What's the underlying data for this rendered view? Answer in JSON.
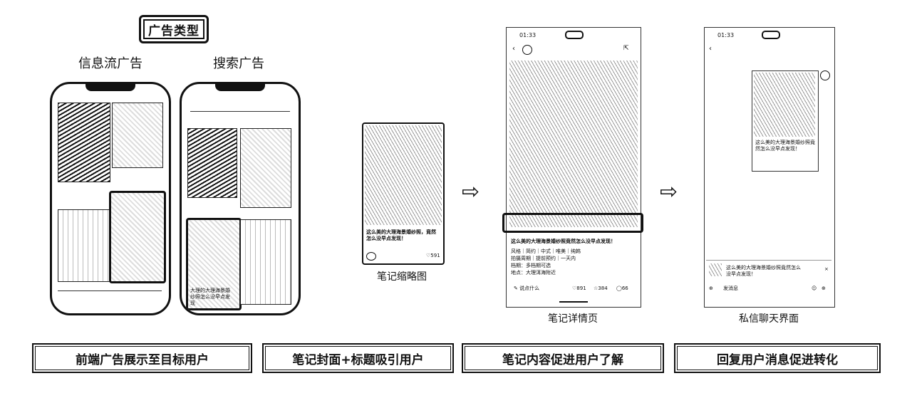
{
  "header": {
    "badge": "广告类型"
  },
  "sections": {
    "feed_ad": "信息流广告",
    "search_ad": "搜索广告",
    "thumbnail": "笔记缩略图",
    "detail": "笔记详情页",
    "chat": "私信聊天界面"
  },
  "thumbnail_card": {
    "caption": "这么美的大理海景婚纱照，竟然怎么没早点发现！",
    "likes": "591"
  },
  "detail_page": {
    "time": "01:33",
    "title": "这么美的大理海景婚纱照竟然怎么没早点发现！",
    "lines": [
      "风格｜简约｜中式｜唯美｜纯韩",
      "拍摄周期｜提前预约｜一天内",
      "档期：多档期可选",
      "地点：大理洱海附近"
    ],
    "comment_placeholder": "说点什么",
    "stats": {
      "likes": "891",
      "stars": "384",
      "comments": "66"
    }
  },
  "chat_page": {
    "time": "01:33",
    "message": "这么美的大理海景婚纱照竟然怎么没早点发现！",
    "input_placeholder": "发消息"
  },
  "search_ad_card": {
    "caption": "大理的大理海景婚纱照怎么没早点发现"
  },
  "arrows": {
    "symbol": "⇨"
  },
  "bottom": {
    "step1": "前端广告展示至目标用户",
    "step2": "笔记封面+标题吸引用户",
    "step3": "笔记内容促进用户了解",
    "step4": "回复用户消息促进转化"
  }
}
